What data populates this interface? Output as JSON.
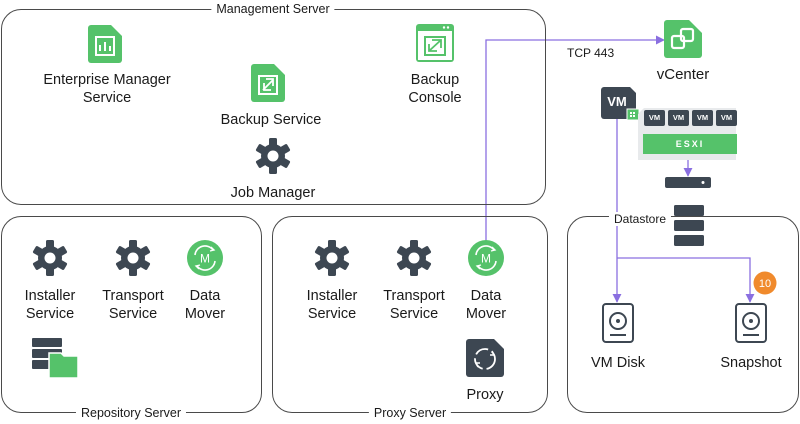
{
  "management": {
    "title": "Management Server",
    "enterprise_manager": [
      "Enterprise Manager",
      "Service"
    ],
    "backup_service": [
      "Backup Service"
    ],
    "backup_console": [
      "Backup",
      "Console"
    ],
    "job_manager": [
      "Job Manager"
    ]
  },
  "repository": {
    "title": "Repository Server",
    "installer": [
      "Installer",
      "Service"
    ],
    "transport": [
      "Transport",
      "Service"
    ],
    "data_mover": [
      "Data",
      "Mover"
    ],
    "data_mover_letter": "M"
  },
  "proxy": {
    "title": "Proxy Server",
    "installer": [
      "Installer",
      "Service"
    ],
    "transport": [
      "Transport",
      "Service"
    ],
    "data_mover": [
      "Data",
      "Mover"
    ],
    "data_mover_letter": "M",
    "proxy": [
      "Proxy"
    ]
  },
  "vcenter": {
    "label": "vCenter",
    "connection": "TCP 443"
  },
  "host": {
    "vm_big": "VM",
    "vm_chips": [
      "VM",
      "VM",
      "VM",
      "VM"
    ],
    "esxi": "ESXI"
  },
  "datastore": {
    "title": "Datastore",
    "vm_disk": "VM Disk",
    "snapshot": "Snapshot",
    "snapshot_badge": "10"
  },
  "colors": {
    "green": "#55c26a",
    "dark": "#3d4752",
    "arrow": "#8a6fe0",
    "badge": "#f08a2c",
    "border": "#4a4a4a"
  }
}
